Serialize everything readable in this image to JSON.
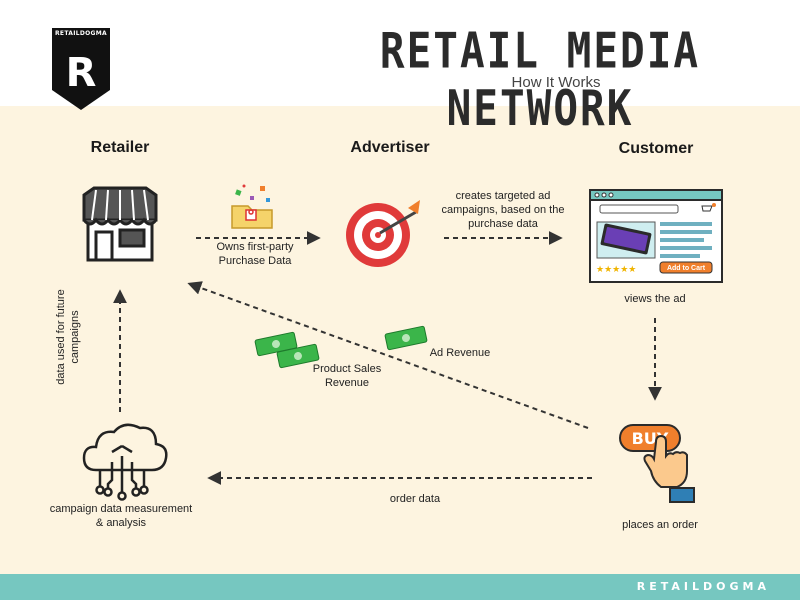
{
  "header": {
    "logo_text": "RETAILDOGMA",
    "logo_letter": "R",
    "title": "RETAIL MEDIA NETWORK",
    "subtitle": "How It Works"
  },
  "nodes": {
    "retailer": "Retailer",
    "advertiser": "Advertiser",
    "customer": "Customer"
  },
  "labels": {
    "first_party": "Owns first-party Purchase Data",
    "campaigns": "creates targeted ad campaigns, based on the purchase data",
    "views_ad": "views the ad",
    "ad_revenue": "Ad Revenue",
    "product_sales": "Product Sales Revenue",
    "data_future": "data used for future campaigns",
    "order_data": "order data",
    "places_order": "places an order",
    "analysis": "campaign data measurement & analysis"
  },
  "ad_mockup": {
    "button": "Add to Cart",
    "stars": "★★★★★"
  },
  "buy_button": "BUY",
  "footer": {
    "brand": "RETAILDOGMA"
  },
  "colors": {
    "accent_orange": "#f07f2c",
    "target_red": "#e03a3a",
    "money_green": "#3bb54a",
    "teal": "#76c7c0",
    "background": "#fdf4e0"
  }
}
